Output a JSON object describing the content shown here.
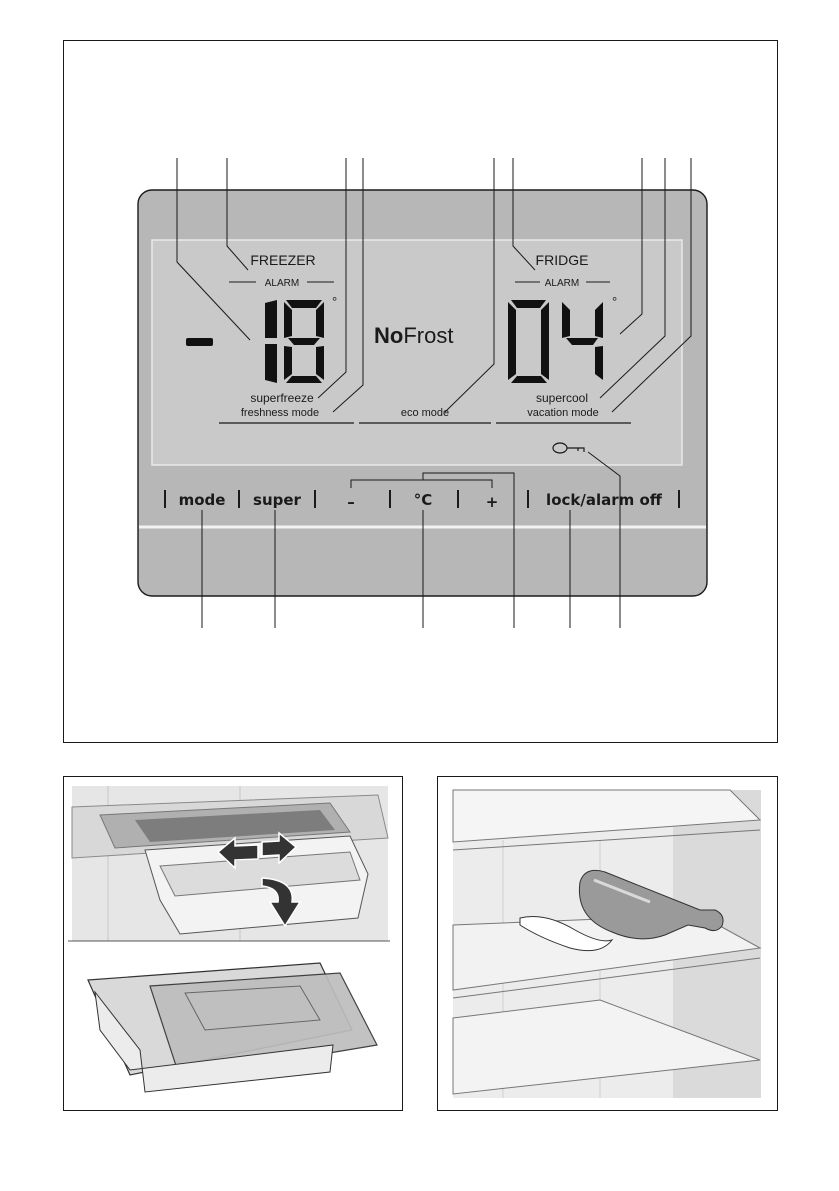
{
  "panel": {
    "freezer_label": "FREEZER",
    "freezer_alarm": "ALARM",
    "freezer_minus": "-",
    "freezer_temp": "18",
    "degree": "°",
    "nofrost_bold": "No",
    "nofrost_light": "Frost",
    "fridge_label": "FRIDGE",
    "fridge_alarm": "ALARM",
    "fridge_temp": "04",
    "superfreeze": "superfreeze",
    "freshness_mode": "freshness mode",
    "eco_mode": "eco mode",
    "supercool": "supercool",
    "vacation_mode": "vacation mode",
    "key_icon": "key-icon"
  },
  "buttons": {
    "mode": "mode",
    "super": "super",
    "minus": "–",
    "celsius": "°C",
    "plus": "+",
    "lock": "lock/alarm off"
  },
  "colors": {
    "panel_gray": "#b7b7b7",
    "display_gray": "#c9c9c9",
    "ink": "#1a1a1a"
  }
}
